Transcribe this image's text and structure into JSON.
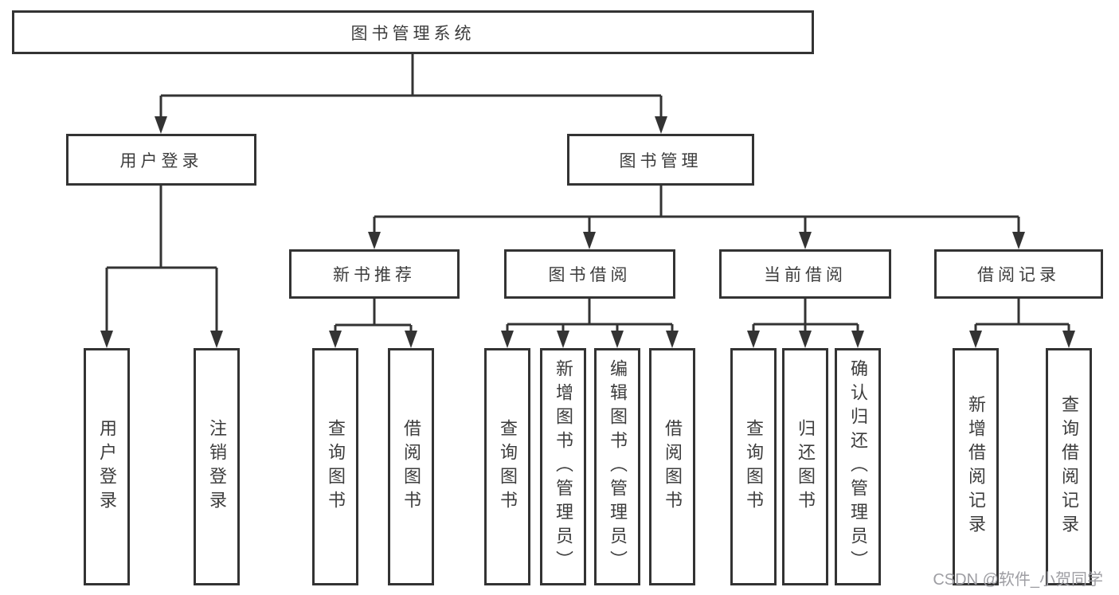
{
  "diagram": {
    "type": "hierarchy-tree",
    "root": {
      "label": "图书管理系统",
      "children": [
        {
          "label": "用户登录",
          "children": [
            {
              "label": "用户登录"
            },
            {
              "label": "注销登录"
            }
          ]
        },
        {
          "label": "图书管理",
          "children": [
            {
              "label": "新书推荐",
              "children": [
                {
                  "label": "查询图书"
                },
                {
                  "label": "借阅图书"
                }
              ]
            },
            {
              "label": "图书借阅",
              "children": [
                {
                  "label": "查询图书"
                },
                {
                  "label": "新增图书（管理员）"
                },
                {
                  "label": "编辑图书（管理员）"
                },
                {
                  "label": "借阅图书"
                }
              ]
            },
            {
              "label": "当前借阅",
              "children": [
                {
                  "label": "查询图书"
                },
                {
                  "label": "归还图书"
                },
                {
                  "label": "确认归还（管理员）"
                }
              ]
            },
            {
              "label": "借阅记录",
              "children": [
                {
                  "label": "新增借阅记录"
                },
                {
                  "label": "查询借阅记录"
                }
              ]
            }
          ]
        }
      ]
    }
  },
  "watermark": "CSDN @软件_小贺同学",
  "colors": {
    "line": "#333333",
    "text": "#3d3d3d",
    "watermark": "#9e9ea3",
    "background": "#ffffff"
  }
}
